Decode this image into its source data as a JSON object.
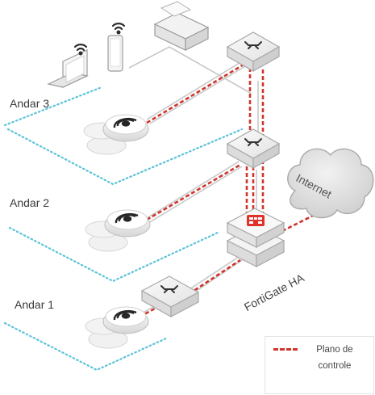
{
  "floors": {
    "floor3": "Andar 3",
    "floor2": "Andar 2",
    "floor1": "Andar 1"
  },
  "cloud_label": "Internet",
  "firewall_label": "FortiGate HA",
  "legend": {
    "label": "Plano de controle",
    "color": "#d0342c"
  },
  "colors": {
    "control_plane": "#d0342c",
    "floor_outline": "#5bc3d9",
    "device": "#e9e9e9",
    "fortigate_red": "#e0322a"
  },
  "icons": [
    "laptop-icon",
    "phone-icon",
    "printer-icon",
    "switch-icon",
    "access-point-icon",
    "cloud-icon",
    "fortigate-icon",
    "wifi-icon"
  ]
}
